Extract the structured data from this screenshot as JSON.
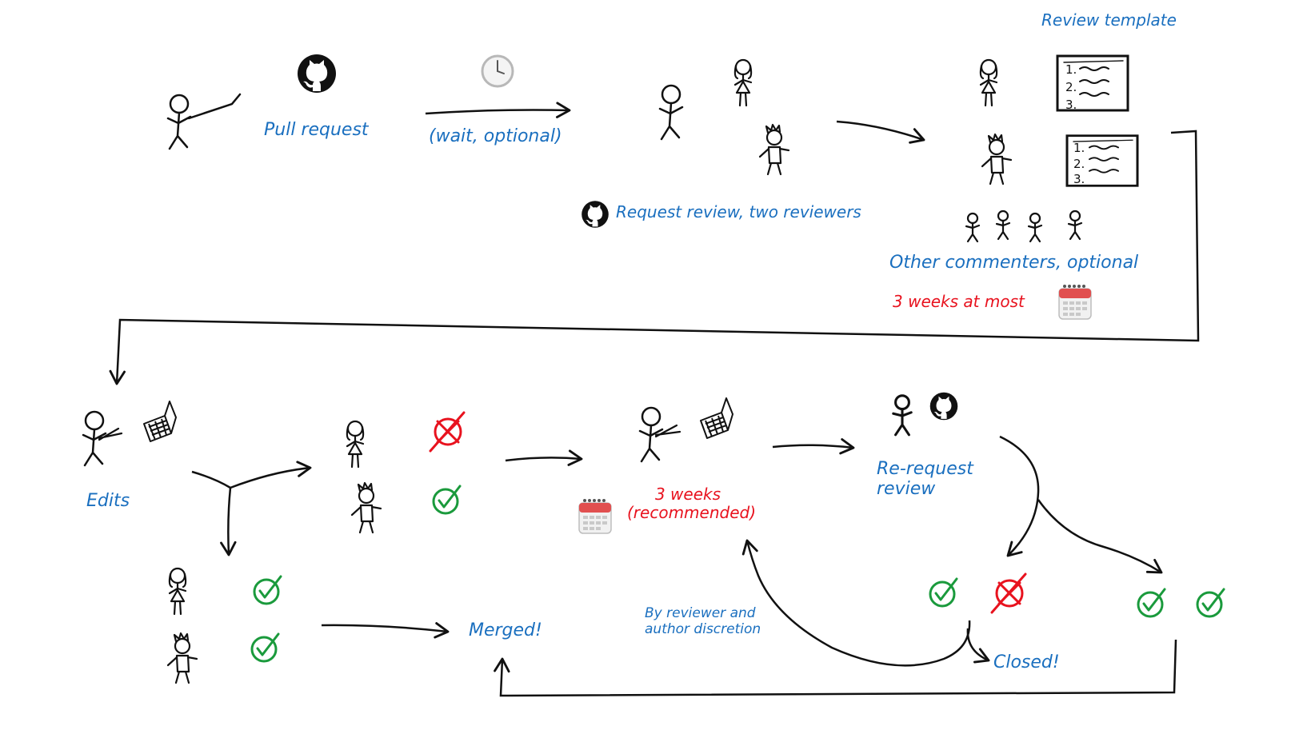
{
  "labels": {
    "pull_request": "Pull request",
    "wait_optional": "(wait, optional)",
    "request_review": "Request review, two reviewers",
    "review_template": "Review template",
    "other_commenters": "Other commenters, optional",
    "three_weeks_at_most": "3 weeks at most",
    "edits": "Edits",
    "three_weeks": "3 weeks",
    "recommended": "(recommended)",
    "rerequest_line1": "Re-request",
    "rerequest_line2": "review",
    "merged": "Merged!",
    "closed": "Closed!",
    "discretion_line1": "By reviewer and",
    "discretion_line2": "author discretion"
  },
  "templates": [
    {
      "items": [
        "1.",
        "2.",
        "3."
      ]
    },
    {
      "items": [
        "1.",
        "2.",
        "3."
      ]
    }
  ],
  "icons": [
    "github-icon",
    "clock-icon",
    "calendar-icon",
    "laptop-icon",
    "checkmark-icon",
    "crossed-out-icon"
  ],
  "colors": {
    "text_blue": "#1a6fbf",
    "text_red": "#e8121e",
    "check_green": "#1a9a3c",
    "cross_red": "#e8121e",
    "ink": "#111111"
  }
}
